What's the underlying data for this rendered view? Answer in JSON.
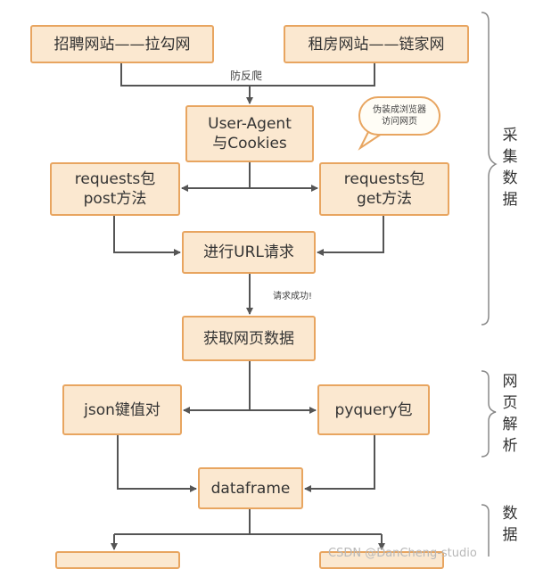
{
  "boxes": {
    "lagou": "招聘网站——拉勾网",
    "lianjia": "租房网站——链家网",
    "ua": "User-Agent\n与Cookies",
    "post": "requests包\npost方法",
    "get": "requests包\nget方法",
    "url": "进行URL请求",
    "fetch": "获取网页数据",
    "json": "json键值对",
    "pyquery": "pyquery包",
    "dataframe": "dataframe"
  },
  "labels": {
    "anti_crawl": "防反爬",
    "success": "请求成功!",
    "bubble": "伪装成浏览器\n访问网页"
  },
  "sections": {
    "collect": "采集数据",
    "parse": "网页解析",
    "data": "数据"
  },
  "watermark": "CSDN @DanCheng-studio",
  "colors": {
    "box_fill": "#fbe8d0",
    "box_border": "#e8a560",
    "line": "#555555"
  }
}
